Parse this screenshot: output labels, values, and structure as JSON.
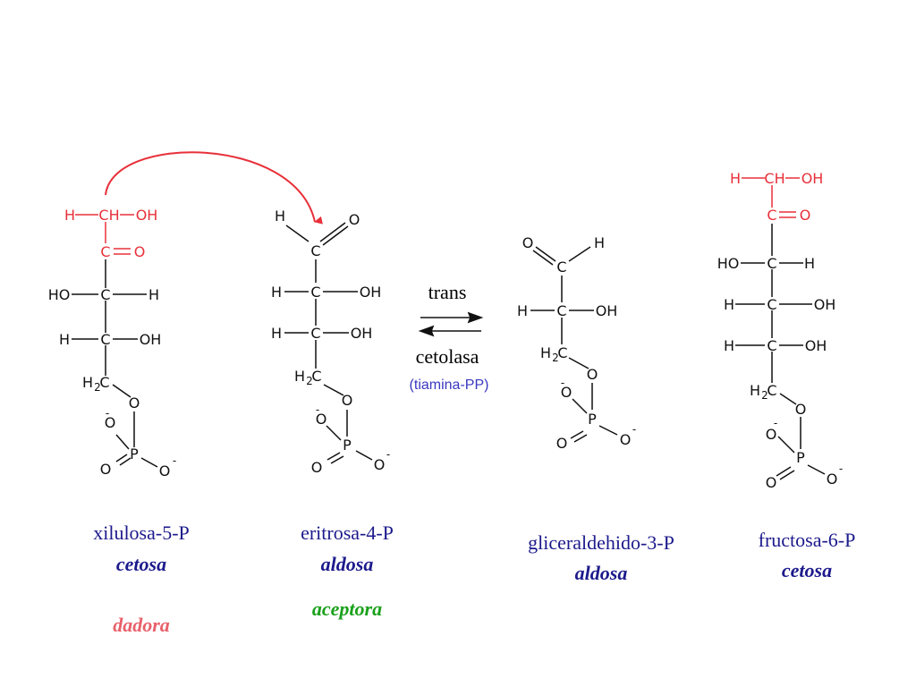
{
  "colors": {
    "red": "#e8303a",
    "black": "#111111",
    "navy": "#1c1a8c",
    "donor": "#e8606a",
    "acceptor": "#1aa11a",
    "cofactor": "#3a38c0"
  },
  "atoms": {
    "H": "H",
    "C": "C",
    "O": "O",
    "P": "P",
    "CH": "CH",
    "OH": "OH",
    "HO": "HO",
    "H2": "H",
    "sub2": "2",
    "minus": "-"
  },
  "molecules": [
    {
      "name": "xilulosa-5-P",
      "type": "cetosa",
      "role": "dadora",
      "role_color": "#e8606a"
    },
    {
      "name": "eritrosa-4-P",
      "type": "aldosa",
      "role": "aceptora",
      "role_color": "#1aa11a"
    },
    {
      "name": "gliceraldehido-3-P",
      "type": "aldosa"
    },
    {
      "name": "fructosa-6-P",
      "type": "cetosa"
    }
  ],
  "enzyme": {
    "line1": "trans",
    "line2": "cetolasa",
    "cofactor": "(tiamina-PP)"
  }
}
